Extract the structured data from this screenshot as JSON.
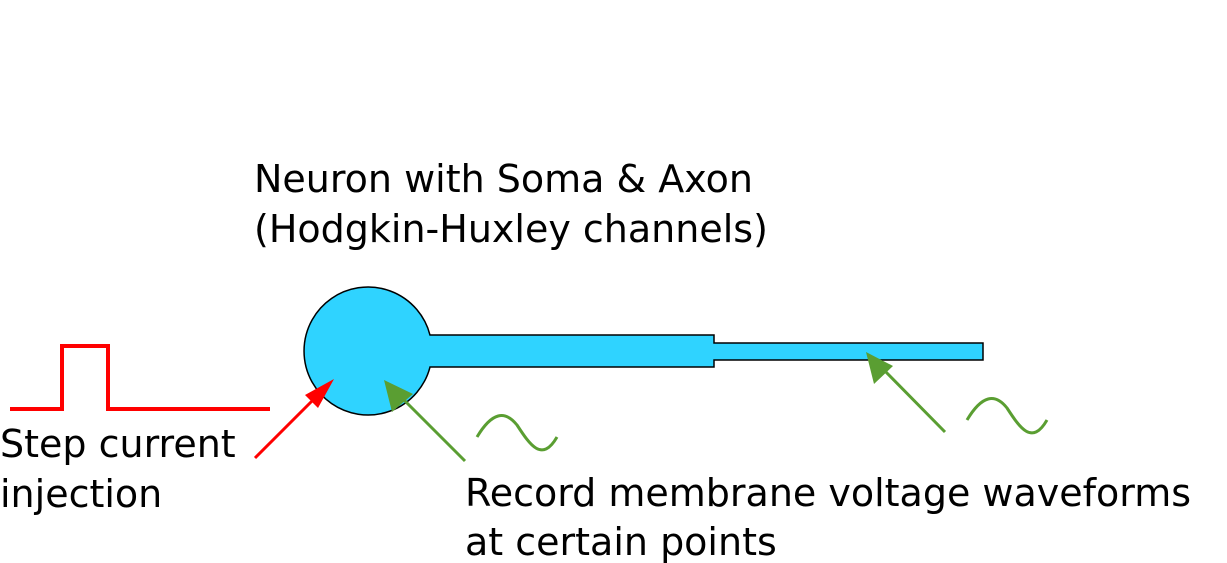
{
  "neuron_label": {
    "line1": "Neuron with Soma & Axon",
    "line2": "(Hodgkin-Huxley channels)"
  },
  "stimulus_label": {
    "line1": "Step current",
    "line2": "injection"
  },
  "recording_label": {
    "line1": "Record membrane voltage waveforms",
    "line2": "at certain points"
  },
  "colors": {
    "neuron_fill": "#2fd3ff",
    "outline": "#000000",
    "stimulus": "#ff0000",
    "recording": "#5a9e32",
    "text": "#000000",
    "background": "#ffffff"
  }
}
